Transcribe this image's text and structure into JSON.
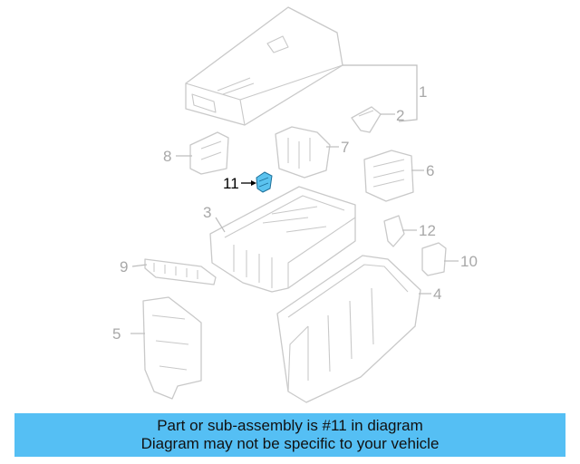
{
  "diagram": {
    "highlight_color": "#5bc3ef",
    "callouts": [
      "1",
      "2",
      "3",
      "4",
      "5",
      "6",
      "7",
      "8",
      "9",
      "10",
      "11",
      "12"
    ]
  },
  "banner": {
    "line1": "Part or sub-assembly is #11 in diagram",
    "line2": "Diagram may not be specific to your vehicle",
    "color": "#55bff4"
  }
}
